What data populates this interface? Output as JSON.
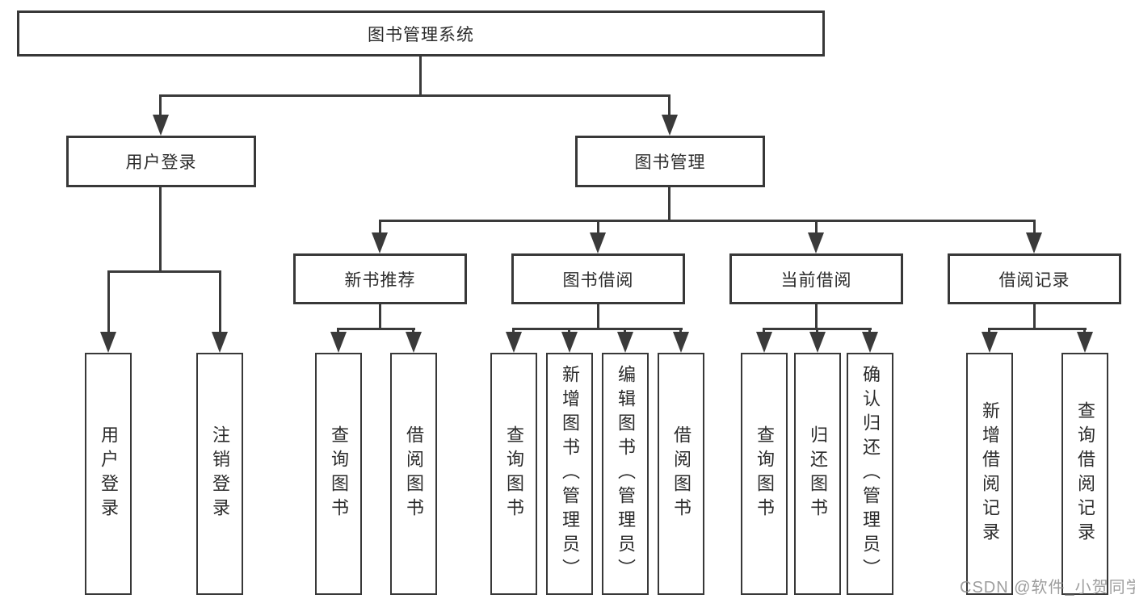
{
  "diagram": {
    "type": "hierarchy-tree",
    "root": {
      "label": "图书管理系统",
      "children": [
        {
          "label": "用户登录",
          "children": [
            {
              "label": "用户登录"
            },
            {
              "label": "注销登录"
            }
          ]
        },
        {
          "label": "图书管理",
          "children": [
            {
              "label": "新书推荐",
              "children": [
                {
                  "label": "查询图书"
                },
                {
                  "label": "借阅图书"
                }
              ]
            },
            {
              "label": "图书借阅",
              "children": [
                {
                  "label": "查询图书"
                },
                {
                  "label": "新增图书（管理员）"
                },
                {
                  "label": "编辑图书（管理员）"
                },
                {
                  "label": "借阅图书"
                }
              ]
            },
            {
              "label": "当前借阅",
              "children": [
                {
                  "label": "查询图书"
                },
                {
                  "label": "归还图书"
                },
                {
                  "label": "确认归还（管理员）"
                }
              ]
            },
            {
              "label": "借阅记录",
              "children": [
                {
                  "label": "新增借阅记录"
                },
                {
                  "label": "查询借阅记录"
                }
              ]
            }
          ]
        }
      ]
    }
  },
  "watermark": {
    "text": "CSDN @软件_小贺同学"
  },
  "colors": {
    "line": "#3a3a3a",
    "border": "#383838",
    "text": "#2b2b2b",
    "watermark": "#919191",
    "background": "#ffffff"
  }
}
